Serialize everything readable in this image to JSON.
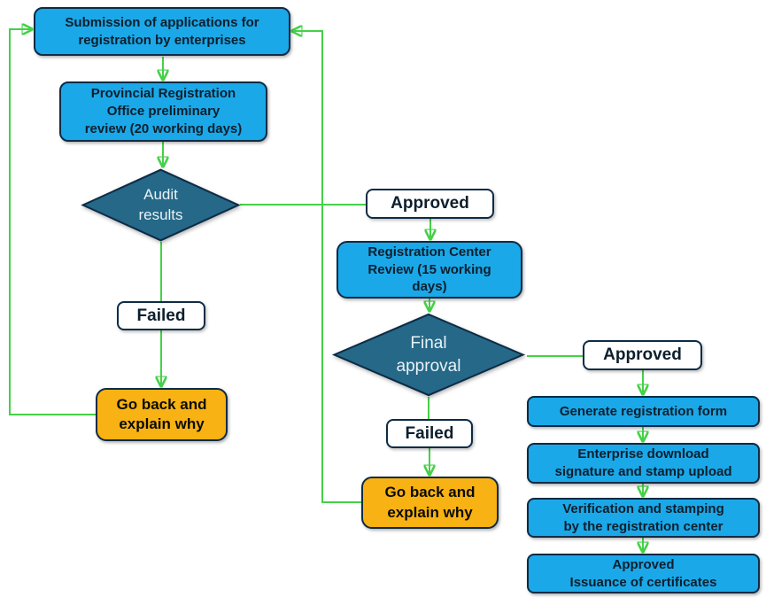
{
  "colors": {
    "background": "#FFFFFF",
    "process_fill": "#1BA8E8",
    "decision_fill": "#256888",
    "alert_fill": "#F9B213",
    "label_fill": "#FFFFFF",
    "border": "#0D2B45",
    "connector": "#45D147",
    "text_dark": "#0D1F2D",
    "text_light": "#EAF2F6"
  },
  "nodes": {
    "submission": {
      "label": "Submission of applications for\nregistration by enterprises"
    },
    "provincial": {
      "label": "Provincial Registration\nOffice preliminary\nreview (20 working days)"
    },
    "audit": {
      "label": "Audit\nresults"
    },
    "approved1": {
      "label": "Approved"
    },
    "failed1": {
      "label": "Failed"
    },
    "goback1": {
      "label": "Go back and\nexplain why"
    },
    "regcenter": {
      "label": "Registration Center\nReview (15 working\ndays)"
    },
    "final": {
      "label": "Final\napproval"
    },
    "approved2": {
      "label": "Approved"
    },
    "failed2": {
      "label": "Failed"
    },
    "goback2": {
      "label": "Go back and\nexplain why"
    },
    "generate": {
      "label": "Generate registration form"
    },
    "enterprise": {
      "label": "Enterprise download\nsignature and stamp upload"
    },
    "verification": {
      "label": "Verification and stamping\nby the registration center"
    },
    "issuance": {
      "label": "Approved\nIssuance of certificates"
    }
  }
}
